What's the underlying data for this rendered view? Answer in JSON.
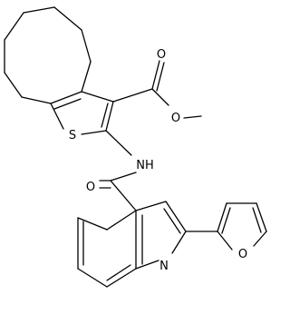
{
  "molecule": {
    "atoms": [
      {
        "id": "o-carbonyl-ester",
        "label": "O"
      },
      {
        "id": "o-ester",
        "label": "O"
      },
      {
        "id": "s-thiophene",
        "label": "S"
      },
      {
        "id": "n-amide",
        "label": "NH"
      },
      {
        "id": "o-amide",
        "label": "O"
      },
      {
        "id": "n-quinoline",
        "label": "N"
      },
      {
        "id": "o-furan",
        "label": "O"
      }
    ]
  },
  "colors": {
    "bond": "#000000",
    "label": "#000000",
    "background": "#ffffff"
  }
}
